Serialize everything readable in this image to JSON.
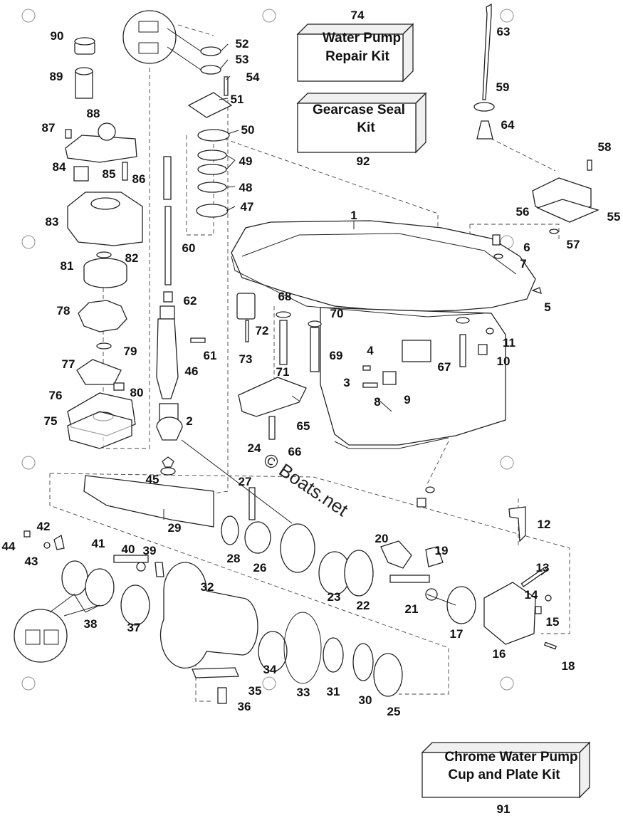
{
  "watermark": "© Boats.net",
  "kits": {
    "water_pump_repair": {
      "lines": [
        "Water Pump",
        "Repair Kit"
      ],
      "number": "74"
    },
    "gearcase_seal": {
      "lines": [
        "Gearcase Seal",
        "Kit"
      ],
      "number": "92"
    },
    "chrome_water_pump": {
      "lines": [
        "Chrome Water Pump",
        "Cup and Plate Kit"
      ],
      "number": "91"
    }
  },
  "part_numbers": [
    "1",
    "2",
    "3",
    "4",
    "5",
    "6",
    "7",
    "8",
    "9",
    "10",
    "11",
    "12",
    "13",
    "14",
    "15",
    "16",
    "17",
    "18",
    "19",
    "20",
    "21",
    "22",
    "23",
    "24",
    "25",
    "26",
    "27",
    "28",
    "29",
    "30",
    "31",
    "32",
    "33",
    "34",
    "35",
    "36",
    "37",
    "38",
    "39",
    "40",
    "41",
    "42",
    "43",
    "44",
    "45",
    "46",
    "47",
    "48",
    "49",
    "50",
    "51",
    "52",
    "53",
    "54",
    "55",
    "56",
    "57",
    "58",
    "59",
    "60",
    "61",
    "62",
    "63",
    "64",
    "65",
    "66",
    "67",
    "68",
    "69",
    "70",
    "71",
    "72",
    "73",
    "75",
    "76",
    "77",
    "78",
    "79",
    "80",
    "81",
    "82",
    "83",
    "84",
    "85",
    "86",
    "87",
    "88",
    "89",
    "90"
  ]
}
